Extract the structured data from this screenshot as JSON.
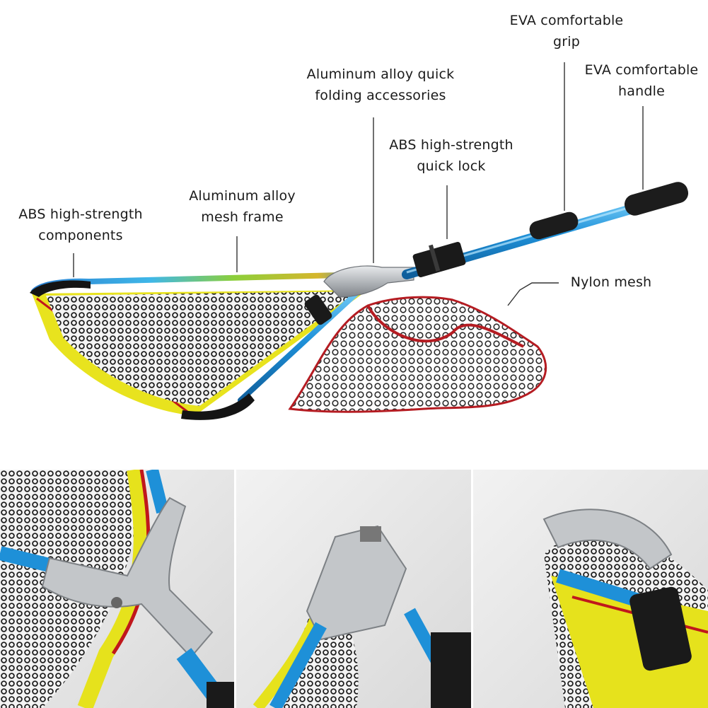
{
  "callouts": {
    "eva_grip": [
      "EVA comfortable",
      "grip"
    ],
    "eva_handle": [
      "EVA comfortable",
      "handle"
    ],
    "folding_accessories": [
      "Aluminum alloy quick",
      "folding accessories"
    ],
    "quick_lock": [
      "ABS high-strength",
      "quick lock"
    ],
    "mesh_frame": [
      "Aluminum alloy",
      "mesh frame"
    ],
    "components": [
      "ABS high-strength",
      "components"
    ],
    "nylon_mesh": [
      "Nylon mesh"
    ]
  },
  "colors": {
    "pole_blue": "#1e90d8",
    "pole_blue_light": "#5cc3f5",
    "grip_black": "#1c1c1c",
    "net_black": "#222222",
    "net_border_yellow": "#e6e21c",
    "net_border_red": "#c0171c",
    "aluminum": "#b8bcc0",
    "leader_line": "#333333"
  }
}
